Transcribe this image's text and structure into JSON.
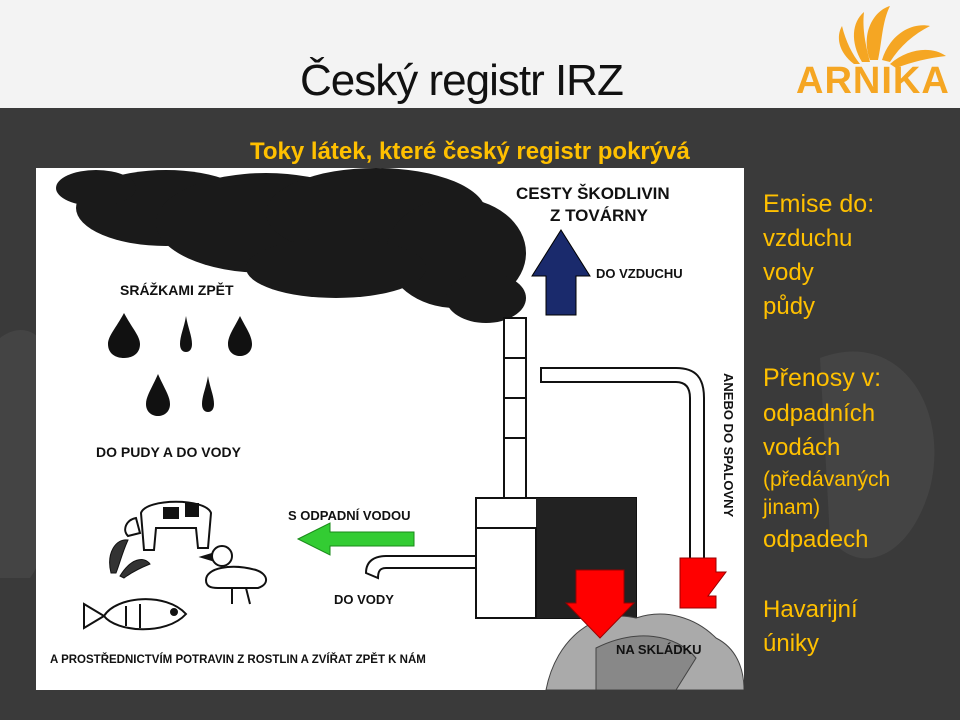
{
  "slide": {
    "title": "Český registr IRZ",
    "subtitle": "Toky látek, které český registr pokrývá",
    "logo_text": "ARNIKA"
  },
  "diagram": {
    "labels": {
      "cesty_line1": "CESTY ŠKODLIVIN",
      "cesty_line2": "Z TOVÁRNY",
      "srazkami": "SRÁŽKAMI ZPĚT",
      "do_vzduchu": "DO VZDUCHU",
      "do_pudy": "DO PUDY A DO VODY",
      "odpadni": "S ODPADNÍ VODOU",
      "spalovny": "ANEBO DO SPALOVNY",
      "do_vody": "DO VODY",
      "skladku": "NA SKLÁDKU",
      "potravin": "A PROSTŘEDNICTVÍM POTRAVIN Z ROSTLIN A ZVÍŘAT ZPĚT K NÁM"
    }
  },
  "right_panel": {
    "emise_head": "Emise do:",
    "emise_items": [
      "vzduchu",
      "vody",
      "půdy"
    ],
    "prenosy_head": "Přenosy v:",
    "prenosy_l1": "odpadních",
    "prenosy_l2": "vodách",
    "prenosy_l3": "(předávaných",
    "prenosy_l4": "jinam)",
    "prenosy_l5": "odpadech",
    "havarijni_l1": "Havarijní",
    "havarijni_l2": "úniky"
  },
  "colors": {
    "accent": "#FFC000",
    "arrow_blue": "#1a2a6c",
    "arrow_green": "#33cc33",
    "arrow_red": "#ff0000",
    "dark_band": "#3a3a3a"
  }
}
